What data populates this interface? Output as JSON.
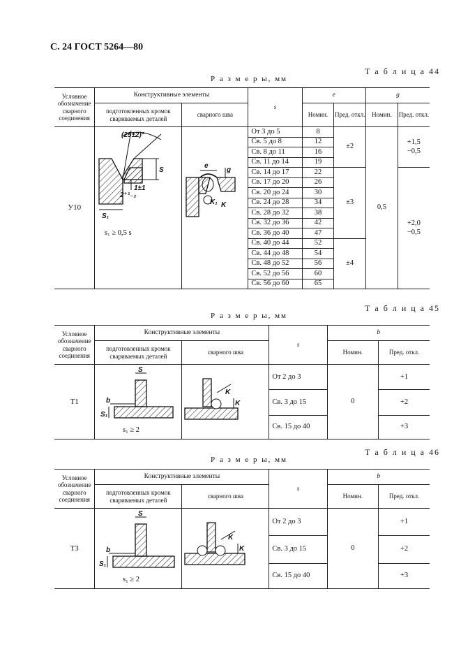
{
  "page_header": "С. 24 ГОСТ 5264—80",
  "common": {
    "col_designation": "Условное обозначение сварного соединения",
    "col_elements": "Конструктивные элементы",
    "col_prepared": "подготовленных кромок свариваемых деталей",
    "col_weld": "сварного шва",
    "col_s": "s",
    "col_nom": "Номин.",
    "col_dev": "Пред. откл.",
    "sizes_caption": "Р а з м е р ы, мм"
  },
  "table44": {
    "label": "Т а б л и ц а 44",
    "col_e": "e",
    "col_g": "g",
    "code": "У10",
    "note": "s₁ ≥ 0,5 s",
    "drawing_labels": {
      "angle": "(25±2)°",
      "gap": "2⁺¹₋₂",
      "h": "1±1",
      "s": "S",
      "s1": "S₁",
      "e": "e",
      "g": "g",
      "k1": "K₁",
      "k": "K"
    },
    "rows": [
      "От 3 до 5",
      "Св. 5 до 8",
      "Св. 8 до 11",
      "Св. 11 до 14",
      "Св. 14 до 17",
      "Св. 17 до 20",
      "Св. 20 до 24",
      "Св. 24 до 28",
      "Св. 28 до 32",
      "Св. 32 до 36",
      "Св. 36 до 40",
      "Св. 40 до 44",
      "Св. 44 до 48",
      "Св. 48 до 52",
      "Св. 52 до 56",
      "Св. 56 до 60"
    ],
    "e_nom": [
      "8",
      "12",
      "16",
      "19",
      "22",
      "26",
      "30",
      "34",
      "38",
      "42",
      "47",
      "52",
      "54",
      "56",
      "60",
      "65"
    ],
    "e_dev": [
      "±2",
      "±3",
      "±4"
    ],
    "g_nom": "0,5",
    "g_dev": [
      "+1,5\n−0,5",
      "+2,0\n−0,5"
    ]
  },
  "table45": {
    "label": "Т а б л и ц а 45",
    "col_b": "b",
    "code": "Т1",
    "note": "s₁ ≥ 2",
    "drawing_labels": {
      "s": "S",
      "s1": "S₁",
      "b": "b",
      "k": "K"
    },
    "rows": [
      "От 2 до 3",
      "Св. 3 до 15",
      "Св. 15 до 40"
    ],
    "b_nom": "0",
    "b_dev": [
      "+1",
      "+2",
      "+3"
    ]
  },
  "table46": {
    "label": "Т а б л и ц а 46",
    "col_b": "b",
    "code": "Т3",
    "note": "s₁ ≥ 2",
    "drawing_labels": {
      "s": "S",
      "s1": "S₁",
      "b": "b",
      "k": "K"
    },
    "rows": [
      "От 2 до 3",
      "Св. 3 до 15",
      "Св. 15 до 40"
    ],
    "b_nom": "0",
    "b_dev": [
      "+1",
      "+2",
      "+3"
    ]
  }
}
